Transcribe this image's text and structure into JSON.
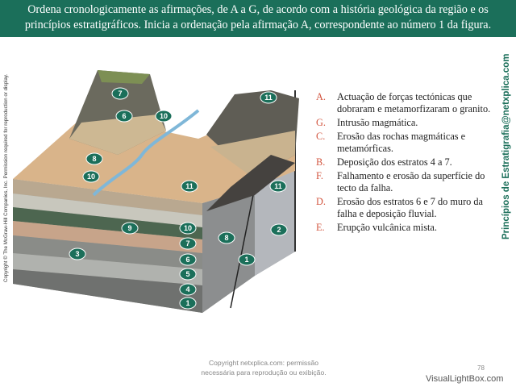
{
  "header": {
    "text": "Ordena cronologicamente as afirmações, de A a G, de acordo com a história geológica da região e os princípios estratigráficos. Inicia a ordenação pela afirmação A, correspondente ao número 1 da figura."
  },
  "side_copyright": "Copyright © The McGraw-Hill Companies, Inc. Permission required for reproduction or display.",
  "diagram_labels": {
    "l7top": "7",
    "l6top": "6",
    "l10top": "10",
    "l11peak": "11",
    "l8left": "8",
    "l10left": "10",
    "l11mid": "11",
    "l11right": "11",
    "l9": "9",
    "l3": "3",
    "l10front": "10",
    "l7front": "7",
    "l6front": "6",
    "l5front": "5",
    "l4front": "4",
    "l1front": "1",
    "l8right": "8",
    "l1right": "1",
    "l2right": "2"
  },
  "items": [
    {
      "letter": "A.",
      "text": "Actuação de forças tectónicas que dobraram e metamorfizaram o granito."
    },
    {
      "letter": "G.",
      "text": "Intrusão magmática."
    },
    {
      "letter": "C.",
      "text": "Erosão das rochas magmáticas e metamórficas."
    },
    {
      "letter": "B.",
      "text": "Deposição dos estratos 4 a 7."
    },
    {
      "letter": "F.",
      "text": "Falhamento e erosão da superfície do tecto da falha."
    },
    {
      "letter": "D.",
      "text": "Erosão dos estratos 6 e 7 do muro da falha e deposição fluvial."
    },
    {
      "letter": "E.",
      "text": "Erupção vulcânica mista."
    }
  ],
  "side_link": "Princípios de Estratigrafia@netxplica.com",
  "footer": {
    "line1": "Copyright netxplica.com: permissão",
    "line2": "necessária para reprodução ou exibição.",
    "page": "78",
    "watermark": "VisualLightBox.com"
  },
  "colors": {
    "header_bg": "#1b6f5a",
    "letter": "#d2543e",
    "label_bg": "#1b6f5a"
  }
}
